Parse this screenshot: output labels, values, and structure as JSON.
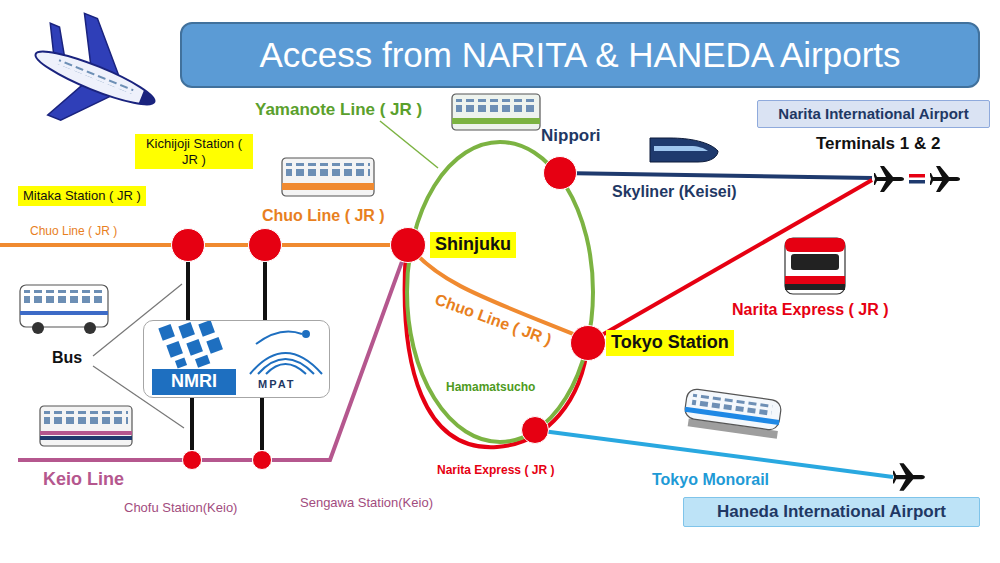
{
  "diagram": {
    "title": "Access from NARITA & HANEDA Airports",
    "nodes": [
      {
        "text": [
          "Narita International Airport",
          "Terminals 1 & 2"
        ]
      },
      {
        "text": [
          "Kichijoji Station ( JR )"
        ]
      },
      {
        "text": [
          "Nippori"
        ]
      },
      {
        "text": [
          "Mitaka Station ( JR )"
        ]
      },
      {
        "text": [
          "Shinjuku"
        ]
      },
      {
        "text": [
          "NMRI",
          "MPAT"
        ]
      },
      {
        "text": [
          "Tokyo Station"
        ]
      },
      {
        "text": [
          "Hamamatsucho"
        ]
      },
      {
        "text": [
          "Chofu Station(Keio)"
        ]
      },
      {
        "text": [
          "Sengawa Station(Keio)"
        ]
      },
      {
        "text": [
          "Haneda International Airport"
        ]
      }
    ],
    "edges": [
      {
        "from": 3,
        "to": 1,
        "arrow": "none"
      },
      {
        "from": 1,
        "to": 4,
        "arrow": "none"
      },
      {
        "from": 8,
        "to": 9,
        "arrow": "none"
      },
      {
        "from": 9,
        "to": 4,
        "arrow": "none"
      },
      {
        "from": 3,
        "to": 5,
        "arrow": "none"
      },
      {
        "from": 1,
        "to": 5,
        "arrow": "none"
      },
      {
        "from": 5,
        "to": 8,
        "arrow": "none"
      },
      {
        "from": 5,
        "to": 9,
        "arrow": "none"
      }
    ],
    "labels": [
      "Yamanote Line ( JR )",
      "Chuo Line ( JR )",
      "Chuo Line ( JR )",
      "Skyliner (Keisei)",
      "Narita Express ( JR )",
      "Chuo Line ( JR )",
      "Narita Express ( JR )",
      "Tokyo Monorail",
      "Keio Line",
      "Bus"
    ]
  }
}
